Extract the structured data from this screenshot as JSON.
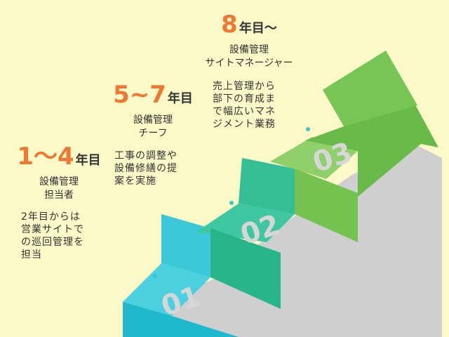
{
  "colors": {
    "background": "#fcf9c8",
    "accent_orange": "#ee7733",
    "step1_top": "#4ad0de",
    "step1_front": "#20b8cc",
    "step2_top": "#3fc7a1",
    "step2_front": "#28b58a",
    "step3_top": "#8fd06a",
    "step3_front": "#74c250",
    "arrow": "#68bb48",
    "step_shadow": "#c9c9c9",
    "step_number": "#d7d7d7",
    "dot": "#40c3c8"
  },
  "steps": [
    {
      "number": "01",
      "years_num": "1～4",
      "years_unit": "年目",
      "role_lines": [
        "設備管理",
        "担当者"
      ],
      "desc_lines": [
        "2年目からは",
        "営業サイトで",
        "の巡回管理を",
        "担当"
      ]
    },
    {
      "number": "02",
      "years_num": "5~7",
      "years_unit": "年目",
      "role_lines": [
        "設備管理",
        "チーフ"
      ],
      "desc_lines": [
        "工事の調整や",
        "設備修繕の提",
        "案を実施"
      ]
    },
    {
      "number": "03",
      "years_num": "8",
      "years_unit": "年目～",
      "role_lines": [
        "設備管理",
        "サイトマネージャー"
      ],
      "desc_lines": [
        "売上管理から",
        "部下の育成ま",
        "で幅広いマネ",
        "ジメント業務"
      ]
    }
  ]
}
